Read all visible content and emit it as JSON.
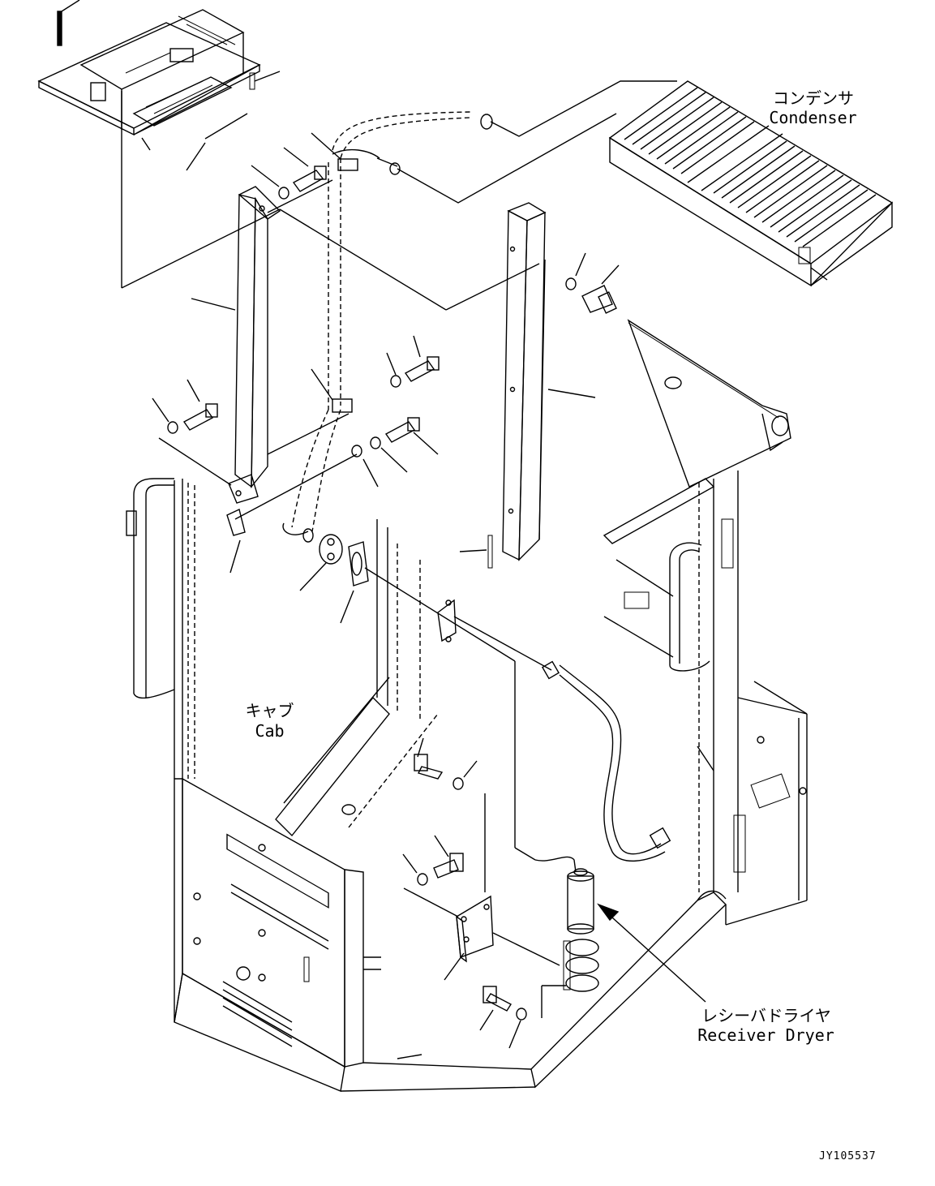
{
  "labels": {
    "condenser_jp": "コンデンサ",
    "condenser_en": "Condenser",
    "cab_jp": "キャブ",
    "cab_en": "Cab",
    "receiver_dryer_jp": "レシーバドライヤ",
    "receiver_dryer_en": "Receiver Dryer"
  },
  "reference_code": "JY105537"
}
